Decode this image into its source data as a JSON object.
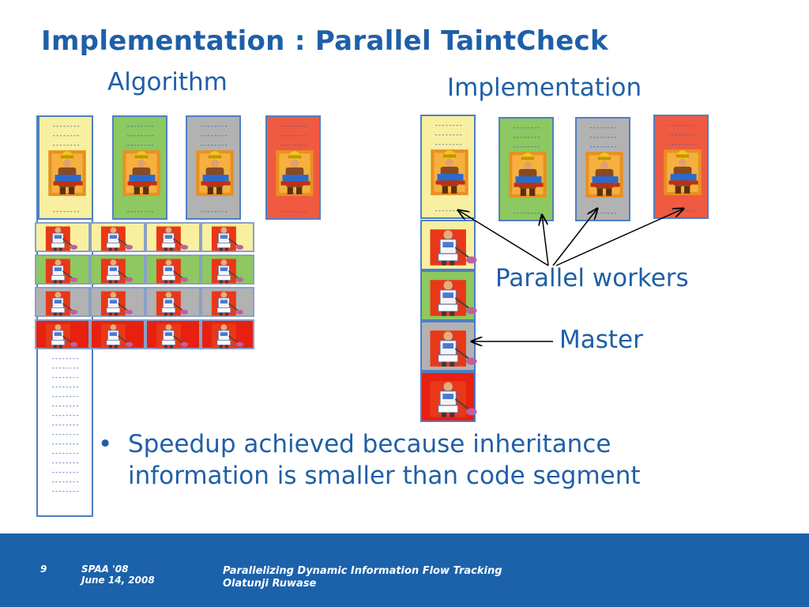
{
  "slide": {
    "title": "Implementation : Parallel TaintCheck",
    "left_heading": "Algorithm",
    "right_heading": "Implementation",
    "parallel_workers_label": "Parallel workers",
    "master_label": "Master",
    "bullet_text": "Speedup achieved because  inheritance information is smaller than code segment",
    "dash_glyph": "--------"
  },
  "footer": {
    "page_number": "9",
    "conference": "SPAA '08",
    "date": "June 14, 2008",
    "talk_title": "Parallelizing Dynamic Information Flow Tracking",
    "author": "Olatunji Ruwase"
  },
  "colors": {
    "title_blue": "#1f5fa8",
    "footer_blue": "#1b62ab",
    "yellow": "#f8f0a0",
    "green": "#8dc860",
    "gray": "#b2b2b2",
    "red": "#f05a40",
    "box_border": "#4f7fc4"
  },
  "icons": [
    "chainsaw-worker-icon",
    "shovel-worker-icon"
  ]
}
